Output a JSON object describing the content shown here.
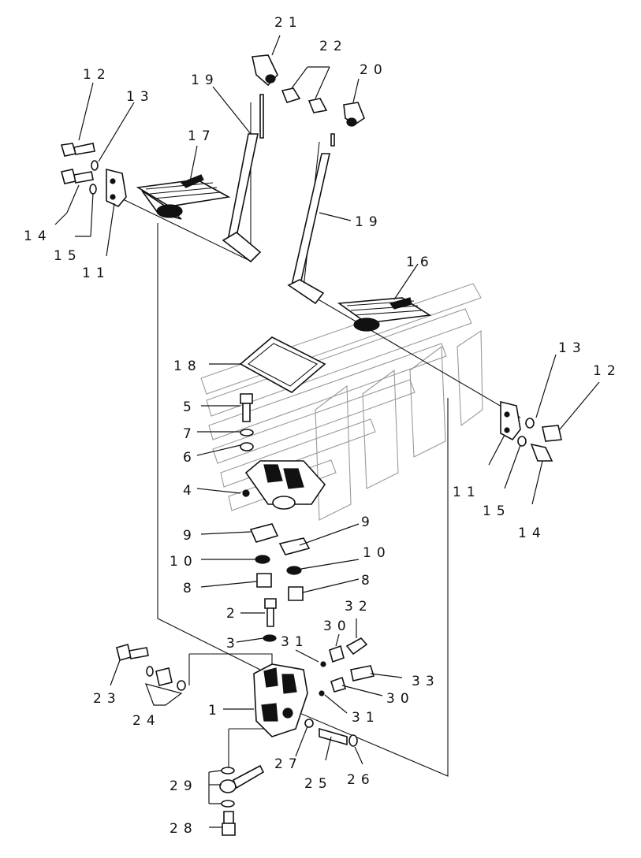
{
  "diagram": {
    "part_numbers": {
      "p1": "1",
      "p2": "2",
      "p3": "3",
      "p4": "4",
      "p5": "5",
      "p6": "6",
      "p7": "7",
      "p8a": "8",
      "p8b": "8",
      "p9a": "9",
      "p9b": "9",
      "p10a": "10",
      "p10b": "10",
      "p11a": "11",
      "p11b": "11",
      "p12a": "12",
      "p12b": "12",
      "p13a": "13",
      "p13b": "13",
      "p14a": "14",
      "p14b": "14",
      "p15a": "15",
      "p15b": "15",
      "p16": "16",
      "p17": "17",
      "p18": "18",
      "p19a": "19",
      "p19b": "19",
      "p20": "20",
      "p21": "21",
      "p22": "22",
      "p23": "23",
      "p24": "24",
      "p25": "25",
      "p26": "26",
      "p27": "27",
      "p28": "28",
      "p29": "29",
      "p30a": "30",
      "p30b": "30",
      "p31a": "31",
      "p31b": "31",
      "p32": "32",
      "p33": "33"
    }
  }
}
